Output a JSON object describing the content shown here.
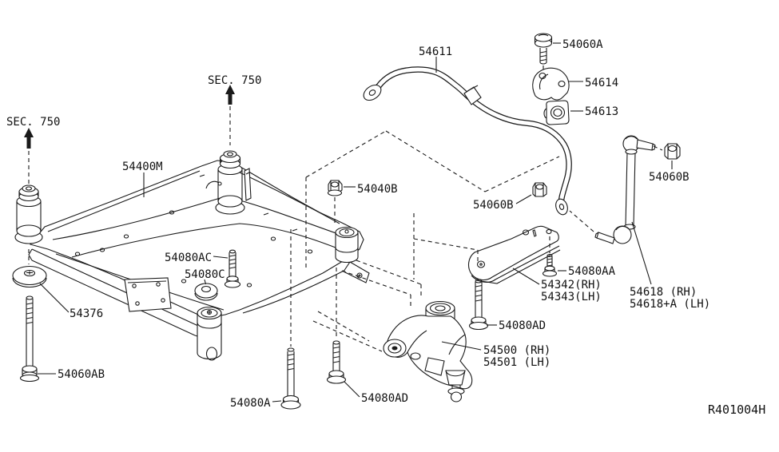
{
  "labels": {
    "sec750_left": "SEC. 750",
    "sec750_top": "SEC. 750",
    "l54400M": "54400M",
    "l54611": "54611",
    "l54060A": "54060A",
    "l54614": "54614",
    "l54613": "54613",
    "l54060B_right": "54060B",
    "l54060B_center": "54060B",
    "l54040B": "54040B",
    "l54080AC": "54080AC",
    "l54080C": "54080C",
    "l54376": "54376",
    "l54060AB": "54060AB",
    "l54080A": "54080A",
    "l54080AD_bottom": "54080AD",
    "l54080AD_right": "54080AD",
    "l54080AA": "54080AA",
    "l54342": "54342(RH)",
    "l54343": "54343(LH)",
    "l54618": "54618 (RH)",
    "l54618A": "54618+A (LH)",
    "l54500": "54500 (RH)",
    "l54501": "54501 (LH)",
    "ref_code": "R401004H"
  },
  "colors": {
    "line": "#1a1a1a",
    "background": "#ffffff"
  }
}
